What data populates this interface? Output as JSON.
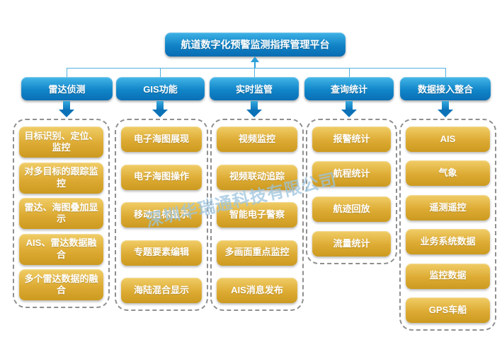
{
  "title": "航道数字化预警监测指挥管理平台",
  "watermark": "深圳华瑞通科技有限公司",
  "columns": [
    {
      "header": "雷达侦测",
      "items": [
        "目标识别、定位、监控",
        "对多目标的跟踪监控",
        "雷达、海图叠加显示",
        "AIS、雷达数据融合",
        "多个雷达数据的融合"
      ]
    },
    {
      "header": "GIS功能",
      "items": [
        "电子海图展现",
        "电子海图操作",
        "移动目标显示",
        "专题要素编辑",
        "海陆混合显示"
      ]
    },
    {
      "header": "实时监管",
      "items": [
        "视频监控",
        "视频联动追踪",
        "智能电子警察",
        "多画面重点监控",
        "AIS消息发布"
      ]
    },
    {
      "header": "查询统计",
      "items": [
        "报警统计",
        "航程统计",
        "航迹回放",
        "流量统计"
      ]
    },
    {
      "header": "数据接入整合",
      "items": [
        "AIS",
        "气象",
        "遥测遥控",
        "业务系统数据",
        "监控数据",
        "GPS车船"
      ]
    }
  ],
  "colors": {
    "blue_top": "#3eb2e6",
    "blue_bottom": "#0a6cb2",
    "gold_top": "#f0cd67",
    "gold_bottom": "#cc9a20",
    "connector": "#55b0e0",
    "dashed_border": "#8f8f8f",
    "watermark": "#9cc4de"
  }
}
